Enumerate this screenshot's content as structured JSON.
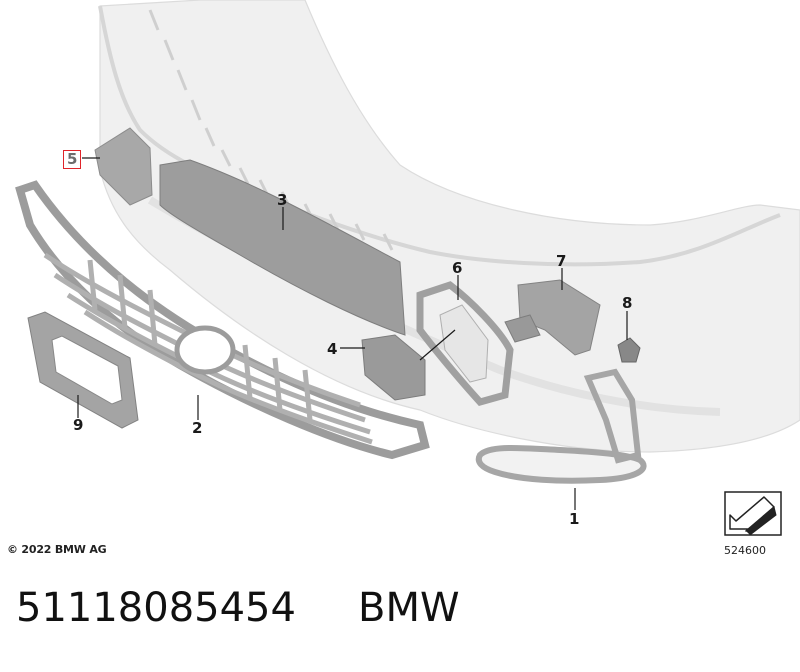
{
  "diagram": {
    "callouts": [
      {
        "id": "1",
        "label": "1"
      },
      {
        "id": "2",
        "label": "2"
      },
      {
        "id": "3",
        "label": "3"
      },
      {
        "id": "4",
        "label": "4"
      },
      {
        "id": "5",
        "label": "5",
        "highlighted": true
      },
      {
        "id": "6",
        "label": "6"
      },
      {
        "id": "7",
        "label": "7"
      },
      {
        "id": "8",
        "label": "8"
      },
      {
        "id": "9",
        "label": "9"
      }
    ],
    "copyright": "© 2022 BMW AG",
    "diagram_number": "524600",
    "nav_icon": "arrow-diagram-icon",
    "highlight_color": "#e0242a"
  },
  "footer": {
    "part_number": "51118085454",
    "brand": "BMW"
  }
}
